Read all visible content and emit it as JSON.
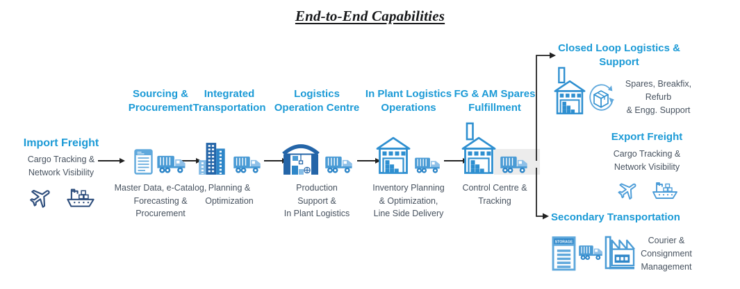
{
  "title": "End-to-End Capabilities",
  "stages": {
    "import_freight": {
      "title": "Import Freight",
      "subtitle": "Cargo Tracking &\nNetwork Visibility"
    },
    "sourcing_procurement": {
      "title": "Sourcing &\nProcurement",
      "caption": "Master Data, e-Catalog,\nForecasting &\nProcurement"
    },
    "integrated_transportation": {
      "title": "Integrated\nTransportation",
      "caption": "Planning &\nOptimization"
    },
    "logistics_operation_centre": {
      "title": "Logistics\nOperation Centre",
      "caption": "Production\nSupport &\nIn Plant Logistics"
    },
    "in_plant_logistics": {
      "title": "In Plant Logistics\nOperations",
      "caption": "Inventory Planning\n& Optimization,\nLine Side Delivery"
    },
    "fg_am_spares": {
      "title": "FG & AM Spares\nFulfillment",
      "caption": "Control Centre &\nTracking"
    },
    "closed_loop": {
      "title": "Closed Loop Logistics &\nSupport",
      "caption": "Spares, Breakfix, Refurb\n& Engg. Support"
    },
    "export_freight": {
      "title": "Export Freight",
      "subtitle": "Cargo Tracking &\nNetwork Visibility"
    },
    "secondary_transportation": {
      "title": "Secondary Transportation",
      "caption": "Courier &\nConsignment\nManagement",
      "storage_label": "STORAGE"
    }
  },
  "colors": {
    "header_blue": "#1b9ad6",
    "body_text": "#47525f",
    "icon_navy": "#2d4d7c",
    "icon_blue": "#2e8fd0",
    "icon_dark_blue": "#2465a8",
    "icon_light_blue": "#85bce6",
    "arrow": "#222222"
  }
}
